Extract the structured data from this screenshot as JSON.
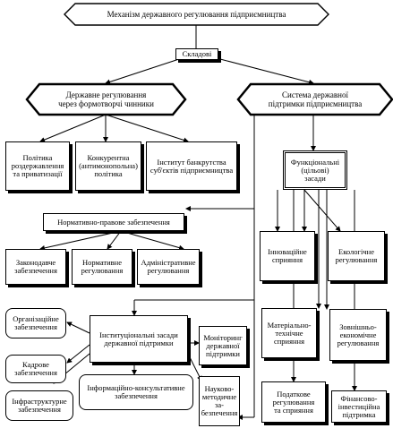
{
  "diagram": {
    "title": "Механізм державного регулювання підприємництва",
    "components_label": "Складові",
    "left_branch": "Державне регулювання\nчерез формотворчі чинники",
    "right_branch": "Система державної\nпідтримки підприємництва",
    "left_items": [
      "Політика\nроздержавлення\nта приватизації",
      "Конкурентна\n(антимонопольна)\nполітика",
      "Інститут банкрутства\nсуб'єктів підприємництва"
    ],
    "normative": "Нормативно-правове забезпечення",
    "normative_items": [
      "Законодавче\nзабезпечення",
      "Нормативне\nрегулювання",
      "Адміністративне\nрегулювання"
    ],
    "functional": "Функціональні\n(цільові)\nзасади",
    "functional_items": [
      "Інноваційне\nсприяння",
      "Екологічне\nрегулювання",
      "Матеріально-\nтехнічне\nсприяння",
      "Зовнішньо-\nекономічне\nрегулювання",
      "Податкове\nрегулювання\nта сприяння",
      "Фінансово-\nінвестиційна\nпідтримка"
    ],
    "institutional": "Інституціональні засади\nдержавної підтримки",
    "institutional_left": [
      "Організаційне\nзабезпечення",
      "Кадрове\nзабезпечення",
      "Інфраструктурне\nзабезпечення"
    ],
    "info": "Інформаційно-консультативне\nзабезпечення",
    "monitoring": "Моніторинг\nдержавної\nпідтримки",
    "science": "Науково-\nметодичне за-\nбезпечення"
  }
}
